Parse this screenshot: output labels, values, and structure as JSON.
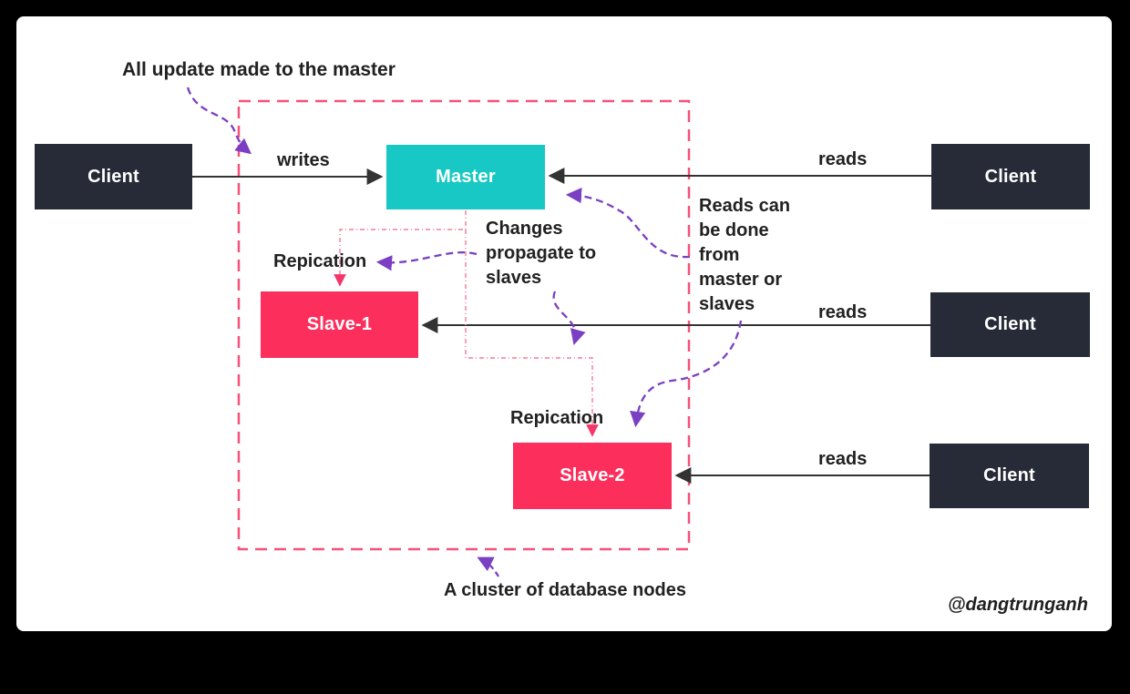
{
  "credit": "@dangtrunganh",
  "annotations": {
    "top_note": "All update made to the master",
    "changes_note": "Changes propagate to slaves",
    "reads_note": "Reads can be done from master or slaves",
    "cluster_note": "A cluster of database nodes"
  },
  "nodes": {
    "master": {
      "label": "Master",
      "color": "#18c8c4"
    },
    "slave1": {
      "label": "Slave-1",
      "color": "#fb2e5c"
    },
    "slave2": {
      "label": "Slave-2",
      "color": "#fb2e5c"
    },
    "clients": [
      {
        "label": "Client"
      },
      {
        "label": "Client"
      },
      {
        "label": "Client"
      },
      {
        "label": "Client"
      }
    ],
    "client_color": "#272b37"
  },
  "edges": {
    "writes_label": "writes",
    "reads_label_1": "reads",
    "reads_label_2": "reads",
    "reads_label_3": "reads",
    "replication_label_1": "Repication",
    "replication_label_2": "Repication"
  },
  "colors": {
    "cluster_border": "#f6517a",
    "replication_path": "#f78fa7",
    "replication_arrow": "#f4366a",
    "black_arrow": "#333333",
    "purple_annotation": "#7a3fc2",
    "background_frame": "#000000",
    "canvas": "#ffffff"
  }
}
